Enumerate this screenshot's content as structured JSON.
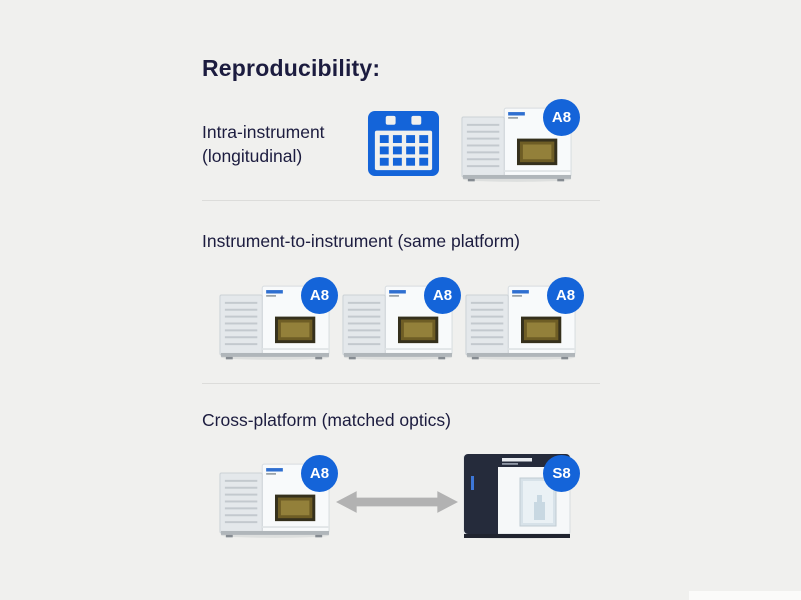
{
  "title": "Reproducibility:",
  "colors": {
    "background": "#f0f0ee",
    "accent_blue": "#1464d9",
    "text": "#1c1c3f",
    "divider": "#dcdcda",
    "arrow": "#b2b2b2"
  },
  "sections": [
    {
      "name": "intra-instrument",
      "label_line1": "Intra-instrument",
      "label_line2": "(longitudinal)",
      "icon": "calendar-icon",
      "instruments": [
        {
          "model": "A8",
          "image": "flow-cytometer-a8-icon"
        }
      ]
    },
    {
      "name": "instrument-to-instrument",
      "heading": "Instrument-to-instrument (same platform)",
      "instruments": [
        {
          "model": "A8",
          "image": "flow-cytometer-a8-icon"
        },
        {
          "model": "A8",
          "image": "flow-cytometer-a8-icon"
        },
        {
          "model": "A8",
          "image": "flow-cytometer-a8-icon"
        }
      ]
    },
    {
      "name": "cross-platform",
      "heading": "Cross-platform (matched optics)",
      "connector": "double-arrow-icon",
      "instruments": [
        {
          "model": "A8",
          "image": "flow-cytometer-a8-icon"
        },
        {
          "model": "S8",
          "image": "flow-cytometer-s8-icon"
        }
      ]
    }
  ]
}
